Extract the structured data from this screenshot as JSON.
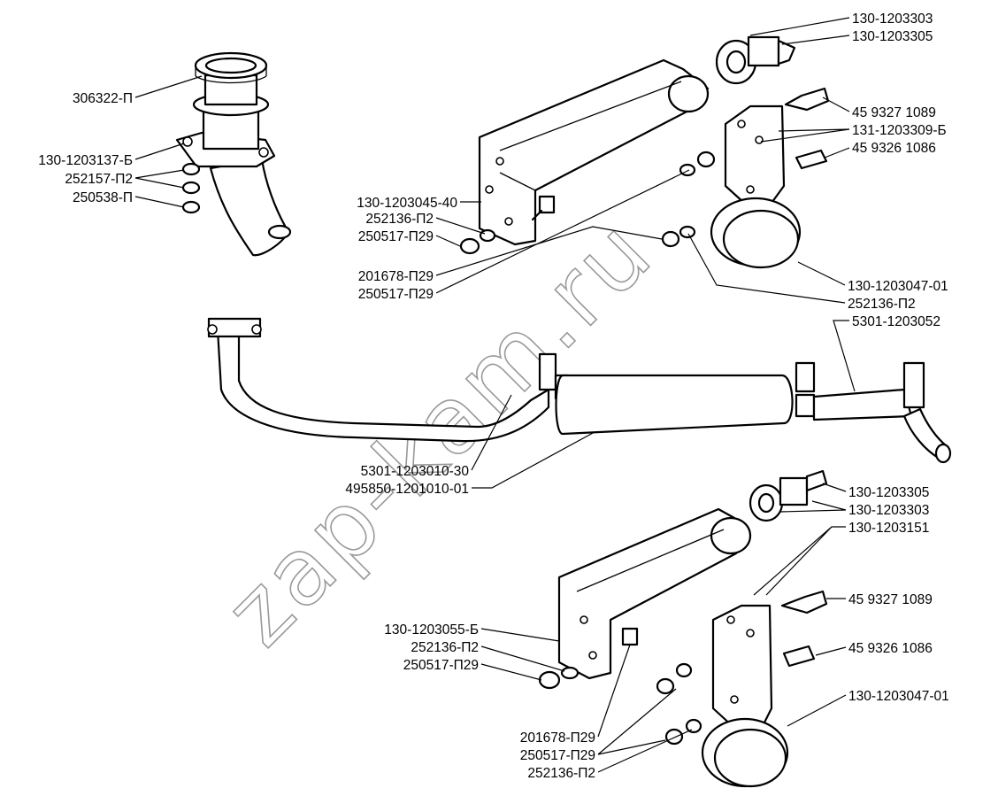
{
  "diagram": {
    "watermark": "zap-kam.ru",
    "labels": {
      "l01": "306322-П",
      "l02": "130-1203137-Б",
      "l03": "252157-П2",
      "l04": "250538-П",
      "l05": "130-1203303",
      "l06": "130-1203305",
      "l07": "45 9327 1089",
      "l08": "131-1203309-Б",
      "l09": "45 9326 1086",
      "l10": "130-1203045-40",
      "l11": "252136-П2",
      "l12": "250517-П29",
      "l13": "201678-П29",
      "l14": "250517-П29",
      "l15": "130-1203047-01",
      "l16": "252136-П2",
      "l17": "5301-1203052",
      "l18": "5301-1203010-30",
      "l19": "495850-1201010-01",
      "l20": "130-1203305",
      "l21": "130-1203303",
      "l22": "130-1203151",
      "l23": "45 9327 1089",
      "l24": "130-1203055-Б",
      "l25": "252136-П2",
      "l26": "250517-П29",
      "l27": "45 9326 1086",
      "l28": "130-1203047-01",
      "l29": "201678-П29",
      "l30": "250517-П29",
      "l31": "252136-П2"
    }
  }
}
